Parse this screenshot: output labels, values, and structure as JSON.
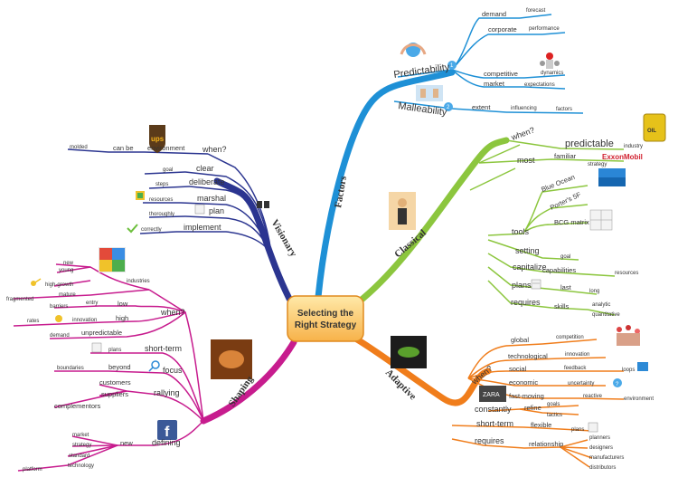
{
  "center": {
    "line1": "Selecting the",
    "line2": "Right Strategy"
  },
  "colors": {
    "factors": "#1e90d6",
    "classical": "#8cc63e",
    "adaptive": "#f07d1b",
    "shaping": "#c71c8e",
    "visionary": "#2b3590"
  },
  "branches": {
    "factors": "Factors",
    "classical": "Classical",
    "adaptive": "Adaptive",
    "shaping": "Shaping",
    "visionary": "Visionary"
  },
  "factors": {
    "predictability": "Predictability",
    "badge1": "1",
    "demand": "demand",
    "forecast": "forecast",
    "corporate": "corporate",
    "performance": "performance",
    "competitive": "competitive",
    "dynamics": "dynamics",
    "market": "market",
    "expectations": "expectations",
    "malleability": "Malleability",
    "badge2": "2",
    "extent": "extent",
    "influencing": "influencing",
    "factors_leaf": "factors"
  },
  "classical": {
    "when": "when?",
    "predictable": "predictable",
    "industry": "industry",
    "exxon": "ExxonMobil",
    "most": "most",
    "familiar": "familiar",
    "strategy": "strategy",
    "blue_ocean": "Blue Ocean",
    "porters": "Porter's 5F",
    "bcg": "BCG matrix",
    "tools": "tools",
    "setting": "setting",
    "goal": "goal",
    "capitalize": "capitalize",
    "capabilities": "capabilities",
    "resources": "resources",
    "plans": "plans",
    "last": "last",
    "long": "long",
    "requires": "requires",
    "skills": "skills",
    "analytic": "analytic",
    "quantitative": "quantitative"
  },
  "adaptive": {
    "when": "when?",
    "global": "global",
    "competition": "competition",
    "technological": "technological",
    "innovation": "innovation",
    "social": "social",
    "feedback": "feedback",
    "loops": "loops",
    "economic": "economic",
    "uncertainty": "uncertainty",
    "fast_moving": "fast-moving",
    "reactive": "reactive",
    "environment": "environment",
    "zara": "ZARA",
    "constantly": "constantly",
    "refine": "refine",
    "goals": "goals",
    "tactics": "tactics",
    "short_term": "short-term",
    "flexible": "flexible",
    "plans": "plans",
    "requires": "requires",
    "relationship": "relationship",
    "planners": "planners",
    "designers": "designers",
    "manufacturers": "manufacturers",
    "distributors": "distributors"
  },
  "shaping": {
    "industries": "industries",
    "new": "new",
    "young": "young",
    "high_growth": "high-growth",
    "mature": "mature",
    "fragmented": "fragmented",
    "when": "when?",
    "barriers": "barriers",
    "entry": "entry",
    "low": "low",
    "rates": "rates",
    "innovation": "innovation",
    "high": "high",
    "demand": "demand",
    "unpredictable": "unpredictable",
    "plans": "plans",
    "short_term": "short-term",
    "boundaries": "boundaries",
    "beyond": "beyond",
    "focus": "focus",
    "customers": "customers",
    "suppliers": "suppliers",
    "complementors": "complementors",
    "rallying": "rallying",
    "market": "market",
    "strategy": "strategy",
    "standard": "standard",
    "technology": "technology",
    "platform": "platform",
    "new2": "new",
    "defining": "defining"
  },
  "visionary": {
    "ups": "ups",
    "molded": "molded",
    "can_be": "can be",
    "environment": "environment",
    "when": "when?",
    "goal": "goal",
    "clear": "clear",
    "steps": "steps",
    "deliberate": "deliberate",
    "resources": "resources",
    "marshal": "marshal",
    "thoroughly": "thoroughly",
    "plan": "plan",
    "correctly": "correctly",
    "implement": "implement"
  }
}
